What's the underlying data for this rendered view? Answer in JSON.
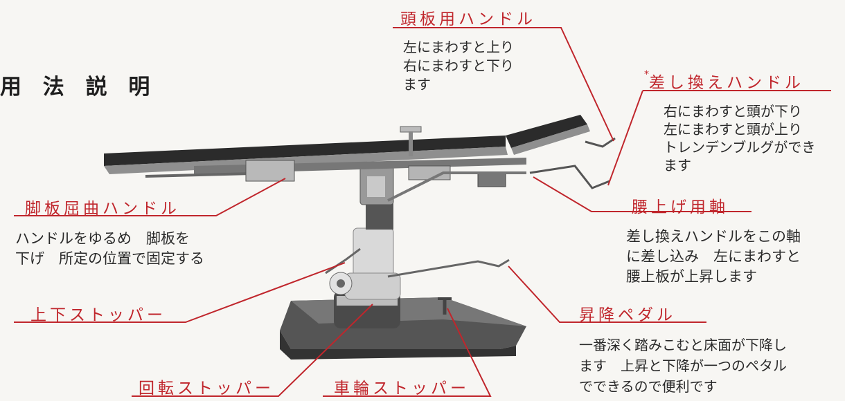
{
  "title": "用 法 説 明",
  "callouts": {
    "head_handle": {
      "label": "頭板用ハンドル",
      "lines": [
        "左にまわすと上り",
        "右にまわすと下り",
        "ます"
      ]
    },
    "swap_handle": {
      "label": "差し換えハンドル",
      "mark": "*",
      "lines": [
        "右にまわすと頭が下り",
        "左にまわすと頭が上り",
        "トレンデンブルグができ",
        "ます"
      ]
    },
    "foot_handle": {
      "label": "脚板屈曲ハンドル",
      "lines": [
        "ハンドルをゆるめ　脚板を",
        "下げ　所定の位置で固定する"
      ]
    },
    "waist_shaft": {
      "label": "腰上げ用軸",
      "lines": [
        "差し換えハンドルをこの軸",
        "に差し込み　左にまわすと",
        "腰上板が上昇します"
      ]
    },
    "updown_stopper": {
      "label": "上下ストッパー"
    },
    "pedal": {
      "label": "昇降ペダル",
      "lines": [
        "一番深く踏みこむと床面が下降し",
        "ます　上昇と下降が一つのペタル",
        "でできるので便利です"
      ]
    },
    "rotate_stopper": {
      "label": "回転ストッパー"
    },
    "wheel_stopper": {
      "label": "車輪ストッパー"
    }
  },
  "colors": {
    "accent": "#c0262c",
    "text": "#2a2a2a",
    "background": "#f7f6f3"
  }
}
